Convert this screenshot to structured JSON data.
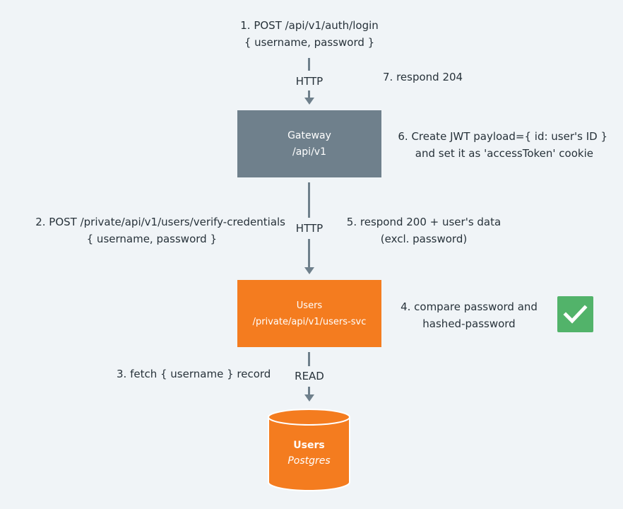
{
  "steps": {
    "step1_line1": "1. POST /api/v1/auth/login",
    "step1_line2": "{ username, password }",
    "step2_line1": "2. POST /private/api/v1/users/verify-credentials",
    "step2_line2": "{ username, password }",
    "step3": "3. fetch { username } record",
    "step4_line1": "4. compare password and",
    "step4_line2": "hashed-password",
    "step5_line1": "5. respond 200 + user's data",
    "step5_line2": "(excl. password)",
    "step6_line1": "6. Create JWT payload={ id: user's ID }",
    "step6_line2": "and set it as 'accessToken' cookie",
    "step7": "7. respond 204"
  },
  "protocols": {
    "top": "HTTP",
    "middle": "HTTP",
    "bottom": "READ"
  },
  "gateway": {
    "title": "Gateway",
    "path": "/api/v1"
  },
  "users_service": {
    "title": "Users",
    "path": "/private/api/v1/users-svc"
  },
  "database": {
    "title": "Users",
    "engine": "Postgres"
  },
  "icons": {
    "check": "check-icon"
  },
  "colors": {
    "background": "#f0f4f7",
    "gateway": "#6f808c",
    "service": "#f47c1f",
    "database": "#f47c1f",
    "check": "#52b36a",
    "arrow": "#6f808c"
  }
}
